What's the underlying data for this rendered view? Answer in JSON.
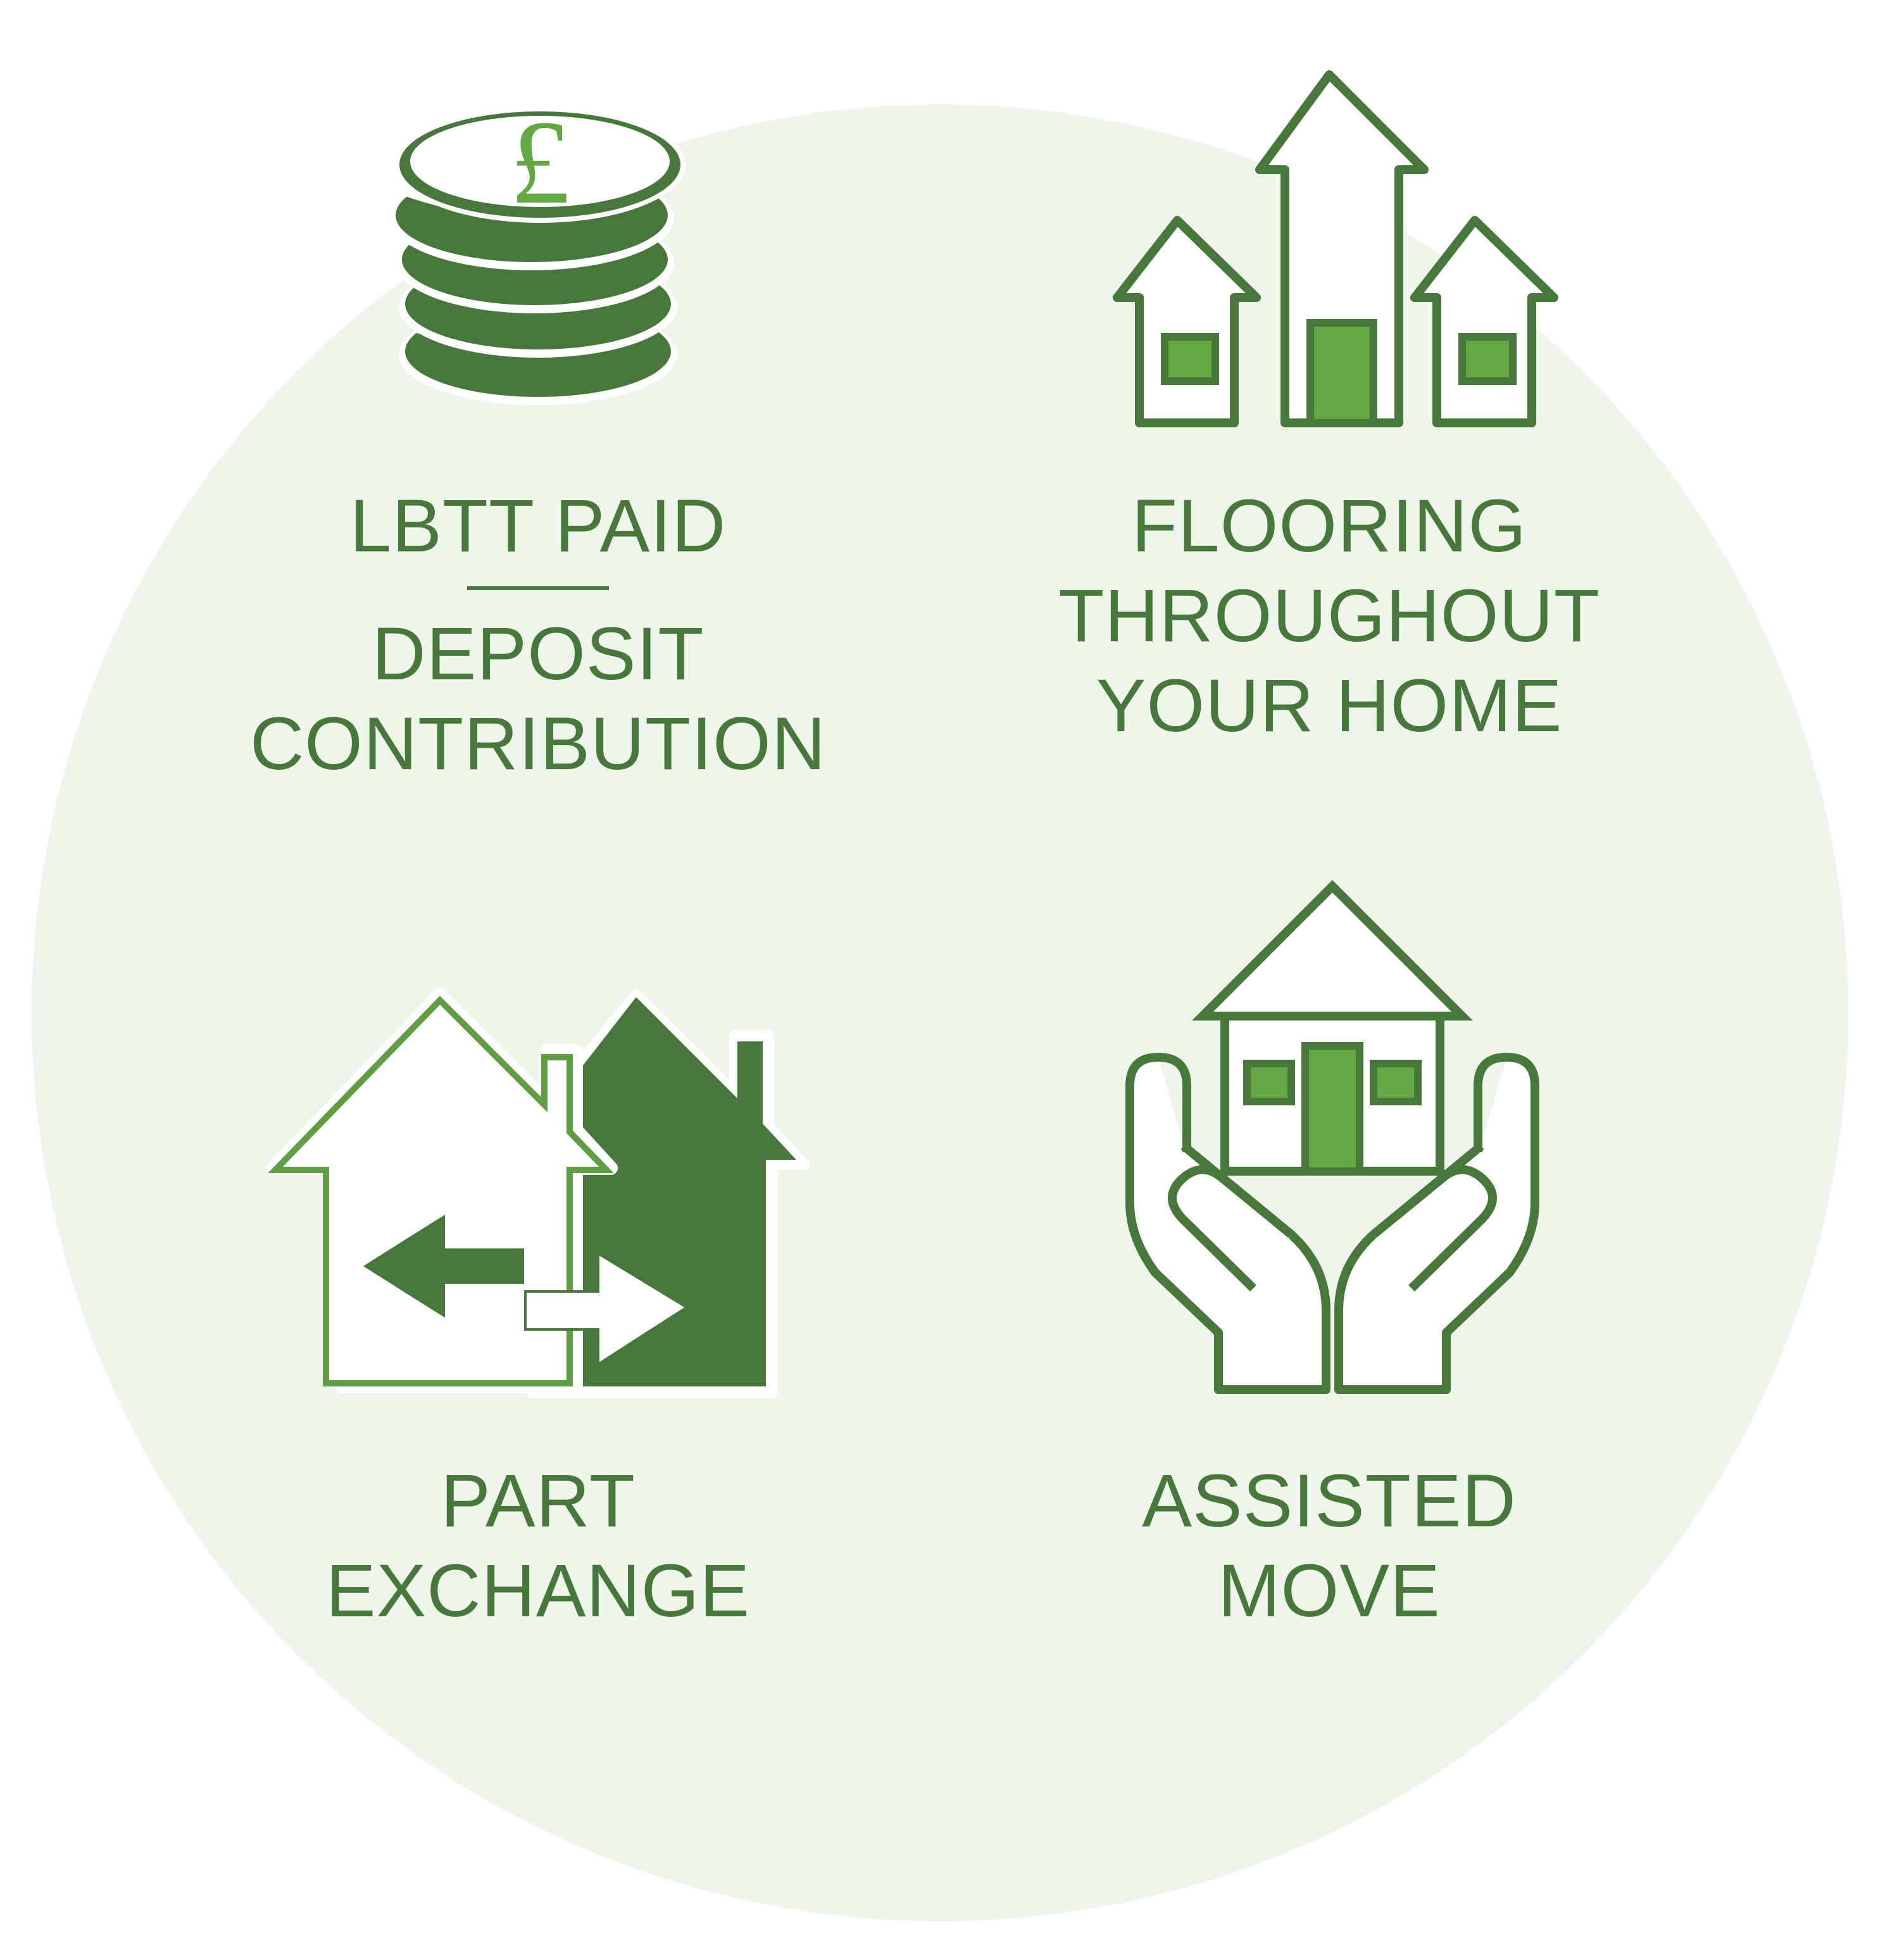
{
  "colors": {
    "dark_green": "#47773a",
    "mid_green": "#5f9e44",
    "light_green": "#64a844",
    "circle_background": "#eef5ea",
    "white": "#ffffff"
  },
  "icons": {
    "coins": "pound-coins-stack-icon",
    "flooring": "houses-up-arrows-icon",
    "part_exchange": "houses-swap-arrows-icon",
    "assisted_move": "house-in-hands-icon",
    "currency_symbol": "£"
  },
  "benefits": {
    "lbtt": {
      "line1": "LBTT PAID",
      "line2": "DEPOSIT",
      "line3": "CONTRIBUTION"
    },
    "flooring": {
      "line1": "FLOORING",
      "line2": "THROUGHOUT",
      "line3": "YOUR HOME"
    },
    "part_exchange": {
      "line1": "PART",
      "line2": "EXCHANGE"
    },
    "assisted_move": {
      "line1": "ASSISTED",
      "line2": "MOVE"
    }
  }
}
